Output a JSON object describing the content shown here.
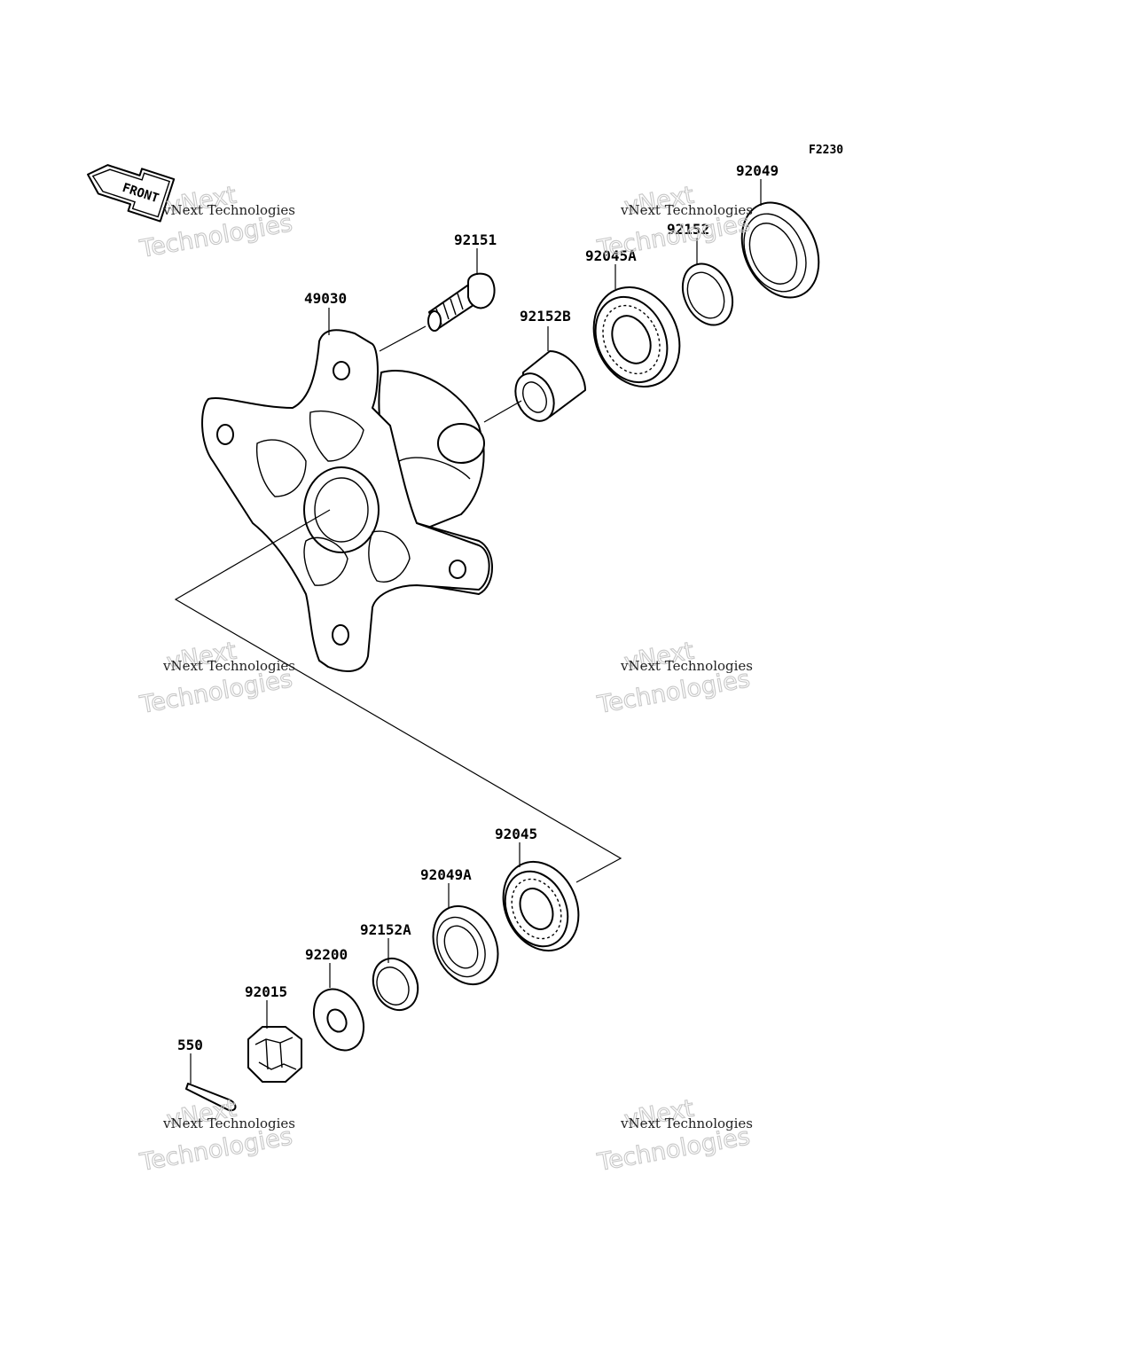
{
  "figure_code": "F2230",
  "front_label": "FRONT",
  "watermark": {
    "line1": "vNext Technologies",
    "line2_a": "vNext",
    "line2_b": "Technologies"
  },
  "parts": {
    "p49030": "49030",
    "p92151": "92151",
    "p92152B": "92152B",
    "p92045A": "92045A",
    "p92152": "92152",
    "p92049": "92049",
    "p92045": "92045",
    "p92049A": "92049A",
    "p92152A": "92152A",
    "p92200": "92200",
    "p92015": "92015",
    "p550": "550"
  },
  "icons": {
    "front_arrow": "front-arrow-icon"
  }
}
